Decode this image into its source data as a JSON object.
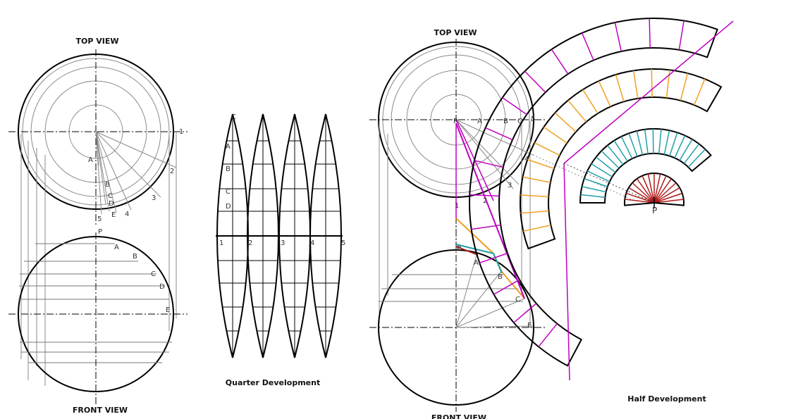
{
  "left": {
    "top_view_caption": "TOP VIEW",
    "front_view_caption": "FRONT VIEW",
    "top_labels": [
      "1",
      "2",
      "3",
      "4",
      "5",
      "A",
      "B",
      "C",
      "D",
      "E"
    ],
    "front_labels": [
      "P",
      "A",
      "B",
      "C",
      "D",
      "E"
    ]
  },
  "quarter": {
    "caption": "Quarter Development",
    "gore_labels": [
      "C",
      "A",
      "B",
      "C",
      "D"
    ],
    "numbers": [
      "1",
      "2",
      "3",
      "4",
      "5"
    ]
  },
  "right": {
    "top_view_caption": "TOP VIEW",
    "front_view_caption": "FRONT VIEW",
    "top_labels": [
      "P",
      "A",
      "B",
      "C",
      "5",
      "4",
      "3",
      "2"
    ],
    "front_labels": [
      "1",
      "P",
      "A",
      "B",
      "C",
      "E"
    ]
  },
  "half": {
    "caption": "Half Development",
    "center_label": "P"
  },
  "colors": {
    "line": "#000000",
    "construction": "#8a8a8a",
    "magenta": "#c000c0",
    "orange": "#f0a020",
    "teal": "#20a0a8",
    "red": "#b01818"
  }
}
